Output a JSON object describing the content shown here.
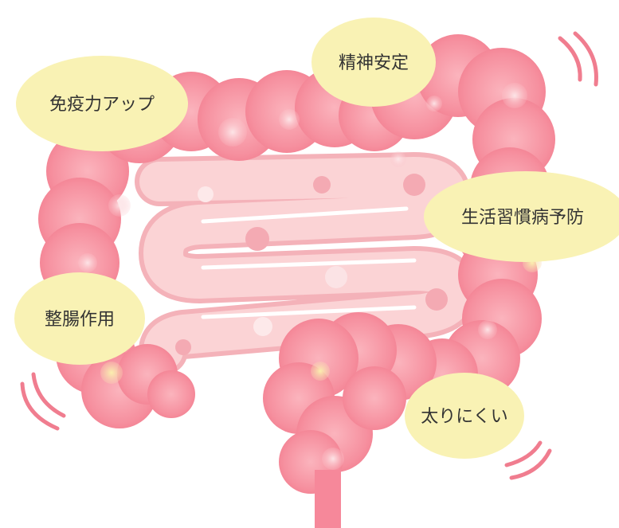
{
  "benefits": {
    "immunity": "免疫力アップ",
    "mental": "精神安定",
    "lifestyle": "生活習慣病予防",
    "intestinal": "整腸作用",
    "weight": "太りにくい"
  },
  "colors": {
    "colon": "#f6889a",
    "colon_light": "#fbb7bf",
    "small_intestine": "#fbd0d2",
    "small_intestine_edge": "#f6b8bd",
    "bubble": "#f9f2b4",
    "motion_lines": "#f07d8f",
    "spot_pale": "#fde9ea",
    "spot_yellow": "#fbeaa0"
  }
}
